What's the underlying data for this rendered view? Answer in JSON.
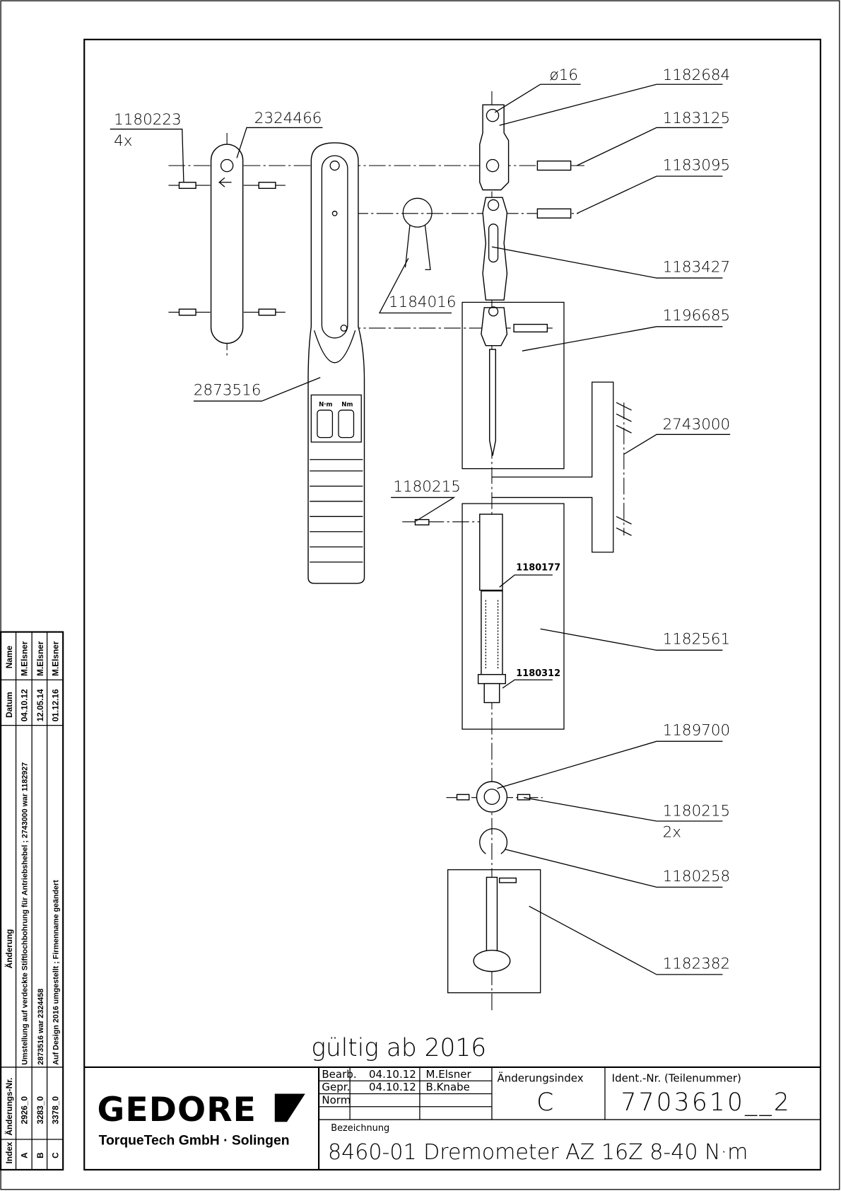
{
  "labels": {
    "p1180223": "1180223",
    "p1180223_qty": "4x",
    "p2324466": "2324466",
    "dia": "ø16",
    "p1182684": "1182684",
    "p1183125": "1183125",
    "p1183095": "1183095",
    "p1183427": "1183427",
    "p1184016": "1184016",
    "p1196685": "1196685",
    "p2873516": "2873516",
    "p2743000": "2743000",
    "p1180215a": "1180215",
    "p1180177": "1180177",
    "p1182561": "1182561",
    "p1180312": "1180312",
    "p1189700": "1189700",
    "p1180215b": "1180215",
    "p1180215b_qty": "2x",
    "p1180258": "1180258",
    "p1182382": "1182382",
    "wrench_mark_left": "N·m",
    "wrench_mark_right": "Nm"
  },
  "validity_note": "gültig ab 2016",
  "title_block": {
    "logo": "GEDORE",
    "company": "TorqueTech GmbH · Solingen",
    "rows": [
      {
        "role": "Bearb.",
        "date": "04.10.12",
        "name": "M.Elsner"
      },
      {
        "role": "Gepr.",
        "date": "04.10.12",
        "name": "B.Knabe"
      },
      {
        "role": "Norm",
        "date": "",
        "name": ""
      }
    ],
    "change_index_label": "Änderungsindex",
    "change_index": "C",
    "ident_label": "Ident.-Nr.  (Teilenummer)",
    "ident": "7703610__2",
    "designation_label": "Bezeichnung",
    "designation": "8460-01 Dremometer AZ 16Z  8-40 N·m"
  },
  "revision_table": {
    "headers": {
      "index": "Index",
      "change_no": "Änderungs-Nr.",
      "change": "Änderung",
      "date": "Datum",
      "name": "Name"
    },
    "rows": [
      {
        "index": "A",
        "change_no": "2926_0",
        "change": "Umstellung auf verdeckte Stiftlochbohrung für Antriebshebel ; 2743000 war 1182927",
        "date": "04.10.12",
        "name": "M.Elsner"
      },
      {
        "index": "B",
        "change_no": "3283_0",
        "change": "2873516 war 2324458",
        "date": "12.05.14",
        "name": "M.Elsner"
      },
      {
        "index": "C",
        "change_no": "3378_0",
        "change": "Auf Design 2016 umgestellt ; Firmenname geändert",
        "date": "01.12.16",
        "name": "M.Elsner"
      }
    ]
  }
}
